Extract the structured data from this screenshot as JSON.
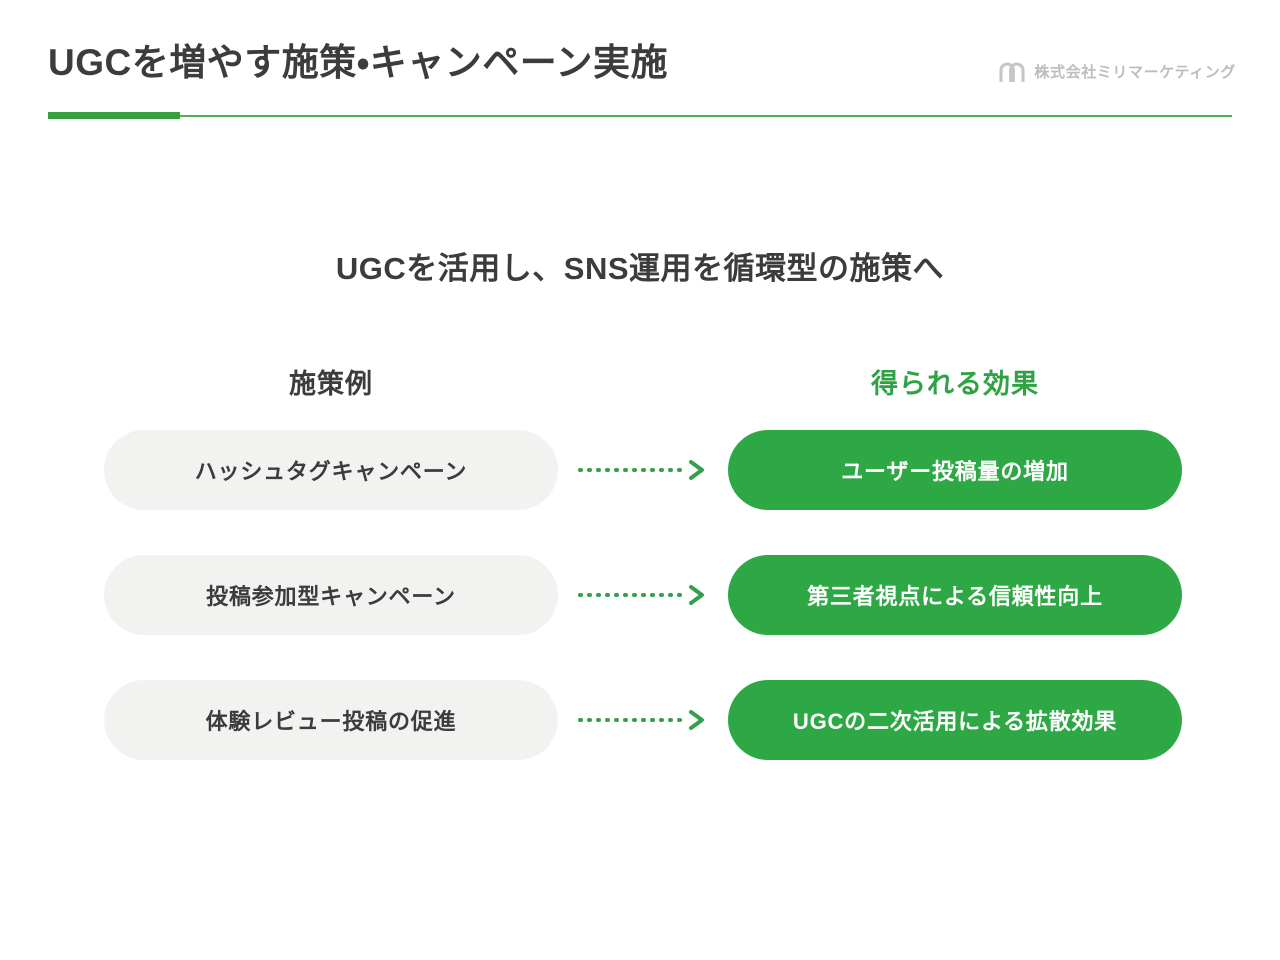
{
  "header": {
    "title": "UGCを増やす施策・キャンペーン実施",
    "brand_name": "株式会社ミリマーケティング",
    "brand_mark_icon": "m-logo-icon",
    "accent_color": "#34a03f",
    "rule_color": "#4caf50"
  },
  "subtitle": "UGCを活用し、SNS運用を循環型の施策へ",
  "columns": {
    "left_header": "施策例",
    "right_header": "得られる効果",
    "right_header_color": "#2fa343"
  },
  "arrow_icon": "dotted-arrow-right-icon",
  "arrow_color": "#35a04a",
  "rows": [
    {
      "measure": "ハッシュタグキャンペーン",
      "effect": "ユーザー投稿量の増加"
    },
    {
      "measure": "投稿参加型キャンペーン",
      "effect": "第三者視点による信頼性向上"
    },
    {
      "measure": "体験レビュー投稿の促進",
      "effect": "UGCの二次活用による拡散効果"
    }
  ],
  "palette": {
    "green_pill": "#2ea844",
    "gray_pill": "#f2f2f0",
    "text_dark": "#3c3c3c",
    "brand_gray": "#bdbdbd"
  }
}
